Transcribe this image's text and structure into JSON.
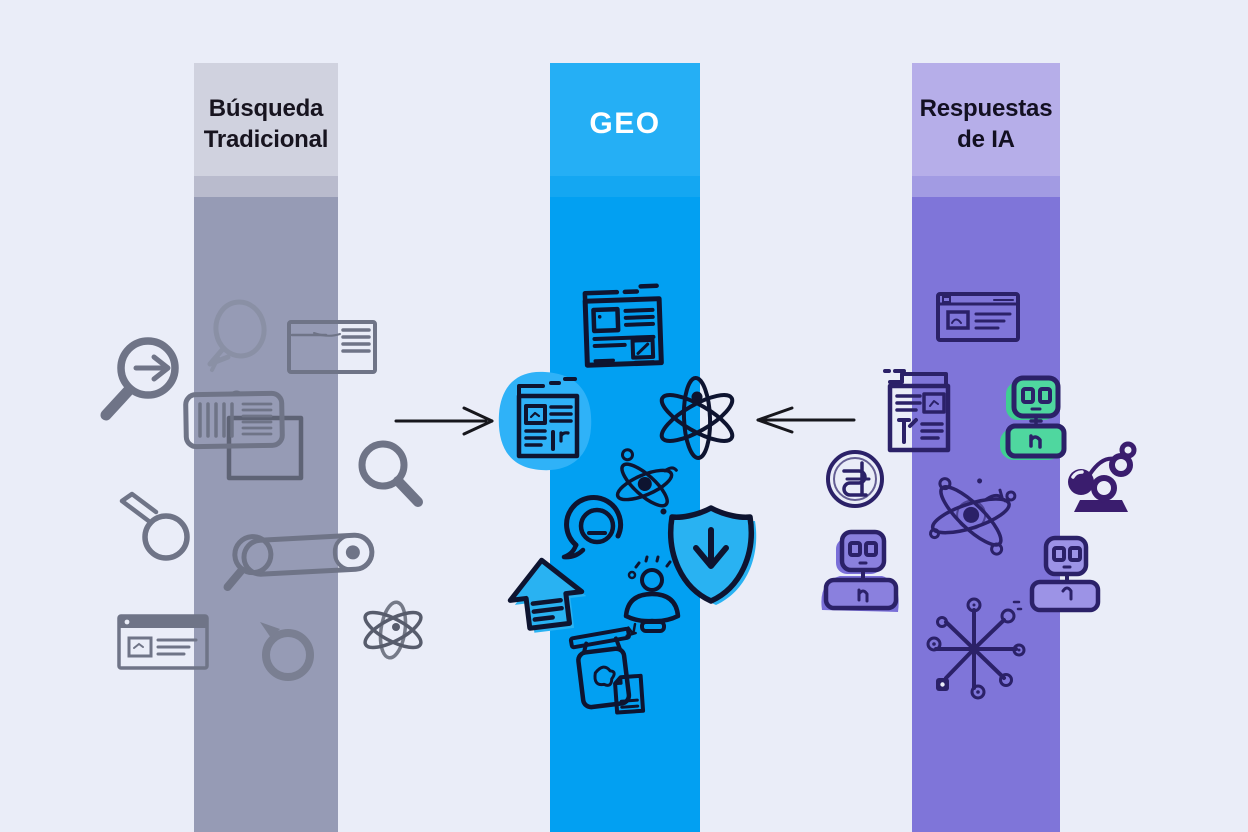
{
  "columns": {
    "traditional": {
      "title": "Búsqueda\nTradicional",
      "header_color": "#D0D2DF",
      "body_color": "#969BB5"
    },
    "geo": {
      "title": "GEO",
      "header_color": "#25AFF5",
      "body_color": "#02A0F2"
    },
    "ai": {
      "title": "Respuestas\nde IA",
      "header_color": "#B6AEE9",
      "body_color": "#7F75D9"
    }
  },
  "colors": {
    "background": "#EAEDF8",
    "doodle_gray": "#6F7487",
    "doodle_navy": "#0E1430",
    "doodle_indigo": "#2B2168",
    "accent_cyan": "#29B2F2",
    "accent_green": "#4FD79F",
    "accent_purple": "#8A80DE",
    "arrow_black": "#17171D"
  },
  "icons": {
    "traditional_side": [
      "magnifier-arrow-icon",
      "balloon-icon",
      "browser-lines-icon",
      "stacked-cards-icon",
      "magnifier-icon",
      "tilted-magnifier-icon",
      "search-bar-icon",
      "browser-article-icon",
      "ring-loop-icon",
      "atom-gray-icon"
    ],
    "geo_column": [
      "webpage-grid-icon",
      "highlighted-webpage-icon",
      "atom-icon",
      "small-atom-icon",
      "chat-bubble-icon",
      "shield-download-icon",
      "home-upload-icon",
      "person-icon",
      "jar-document-icon"
    ],
    "ai_side": [
      "browser-window-icon",
      "webpage-tab-icon",
      "green-robot-icon",
      "monogram-circle-icon",
      "robot-arm-icon",
      "atom-scribble-icon",
      "purple-robot-left-icon",
      "purple-robot-right-icon",
      "network-graph-icon"
    ]
  },
  "arrows": [
    {
      "name": "arrow-traditional-to-geo",
      "direction": "right"
    },
    {
      "name": "arrow-ai-to-geo",
      "direction": "left"
    }
  ]
}
